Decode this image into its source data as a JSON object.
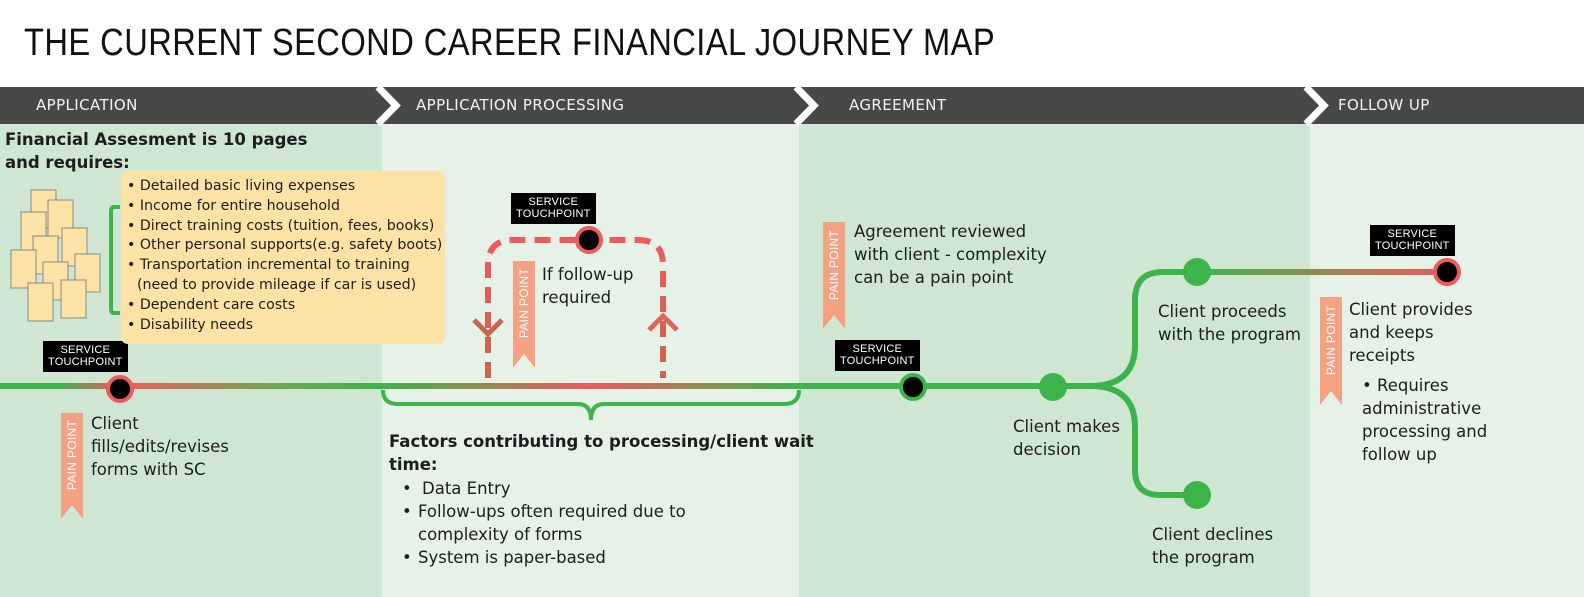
{
  "title": "THE CURRENT SECOND CAREER FINANCIAL JOURNEY MAP",
  "stages": [
    {
      "label": "APPLICATION"
    },
    {
      "label": "APPLICATION PROCESSING"
    },
    {
      "label": "AGREEMENT"
    },
    {
      "label": "FOLLOW UP"
    }
  ],
  "colors": {
    "stage_bar": "#484848",
    "zone_dark": "#cfe6d2",
    "zone_light": "#e6f1e7",
    "line_green": "#3cb44b",
    "line_red": "#ef5a5a",
    "pain_flag": "#f4a083",
    "note_box": "#fce3a5",
    "doc_fill": "#fce3a5"
  },
  "application": {
    "assessment_heading_line1": "Financial Assesment is 10 pages",
    "assessment_heading_line2": "and requires:",
    "requirements": [
      "• Detailed basic living expenses",
      "• Income for entire household",
      "• Direct training costs (tuition, fees, books)",
      "• Other personal supports(e.g. safety boots)",
      "• Transportation incremental to training",
      "(need to provide mileage if car is used)",
      "• Dependent care costs",
      "• Disability needs"
    ],
    "touchpoint": "SERVICE\nTOUCHPOINT",
    "pain_point": "PAIN POINT",
    "client_text": [
      "Client",
      "fills/edits/revises",
      "forms with SC"
    ]
  },
  "processing": {
    "touchpoint": "SERVICE\nTOUCHPOINT",
    "pain_point": "PAIN POINT",
    "followup_text": [
      "If follow-up",
      "required"
    ],
    "factors_heading_line1": "Factors contributing to processing/client wait",
    "factors_heading_line2": "time:",
    "factors": [
      "Data Entry",
      "Follow-ups often required due to",
      "complexity of forms",
      "System is paper-based"
    ]
  },
  "agreement": {
    "pain_point": "PAIN POINT",
    "review_text": [
      "Agreement reviewed",
      "with client - complexity",
      "can be a pain point"
    ],
    "touchpoint": "SERVICE\nTOUCHPOINT",
    "decision_text": [
      "Client makes",
      "decision"
    ],
    "proceeds_text": [
      "Client proceeds",
      "with the program"
    ],
    "declines_text": [
      "Client declines",
      "the program"
    ]
  },
  "follow_up": {
    "touchpoint": "SERVICE\nTOUCHPOINT",
    "pain_point": "PAIN POINT",
    "receipts_text": [
      "Client provides",
      "and keeps",
      "receipts"
    ],
    "admin_text": [
      "• Requires",
      "administrative",
      "processing and",
      "follow up"
    ]
  }
}
